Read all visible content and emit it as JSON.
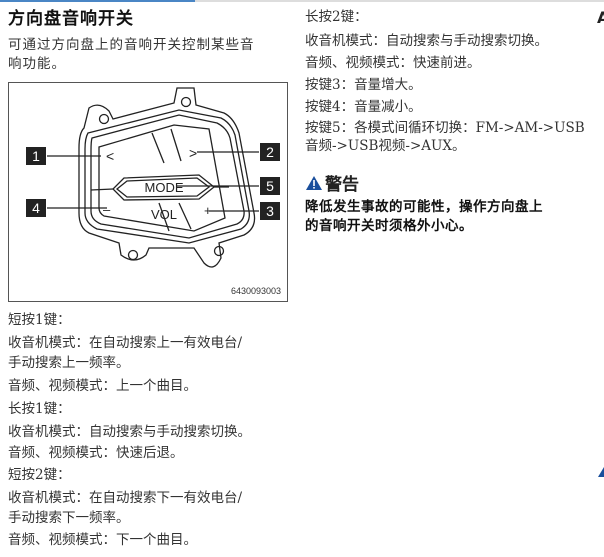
{
  "title": "方向盘音响开关",
  "intro": [
    "可通过方向盘上的音响开关控制某些音",
    "响功能。"
  ],
  "figure": {
    "callouts": [
      "1",
      "2",
      "3",
      "4",
      "5"
    ],
    "mode_label": "MODE",
    "vol_label": "VOL",
    "plus": "+",
    "minus": "–",
    "prev": "<",
    "next": ">",
    "code": "6430093003"
  },
  "left_lines": [
    "短按1键：",
    "收音机模式：在自动搜索上一有效电台/",
    "手动搜索上一频率。",
    "音频、视频模式：上一个曲目。",
    "长按1键：",
    "收音机模式：自动搜索与手动搜索切换。",
    "音频、视频模式：快速后退。",
    "短按2键：",
    "收音机模式：在自动搜索下一有效电台/",
    "手动搜索下一频率。",
    "音频、视频模式：下一个曲目。"
  ],
  "right_lines": [
    "长按2键：",
    "收音机模式：自动搜索与手动搜索切换。",
    "音频、视频模式：快速前进。",
    "按键3：音量增大。",
    "按键4：音量减小。",
    "按键5：各模式间循环切换：FM->AM->USB",
    "音频->USB视频->AUX。"
  ],
  "warning": {
    "title": "警告",
    "text": [
      "降低发生事故的可能性，操作方向盘上",
      "的音响开关时须格外小心。"
    ]
  },
  "next_col_heading": "A",
  "colors": {
    "accent": "#1a4f9c",
    "rule": "#4a86c5"
  }
}
